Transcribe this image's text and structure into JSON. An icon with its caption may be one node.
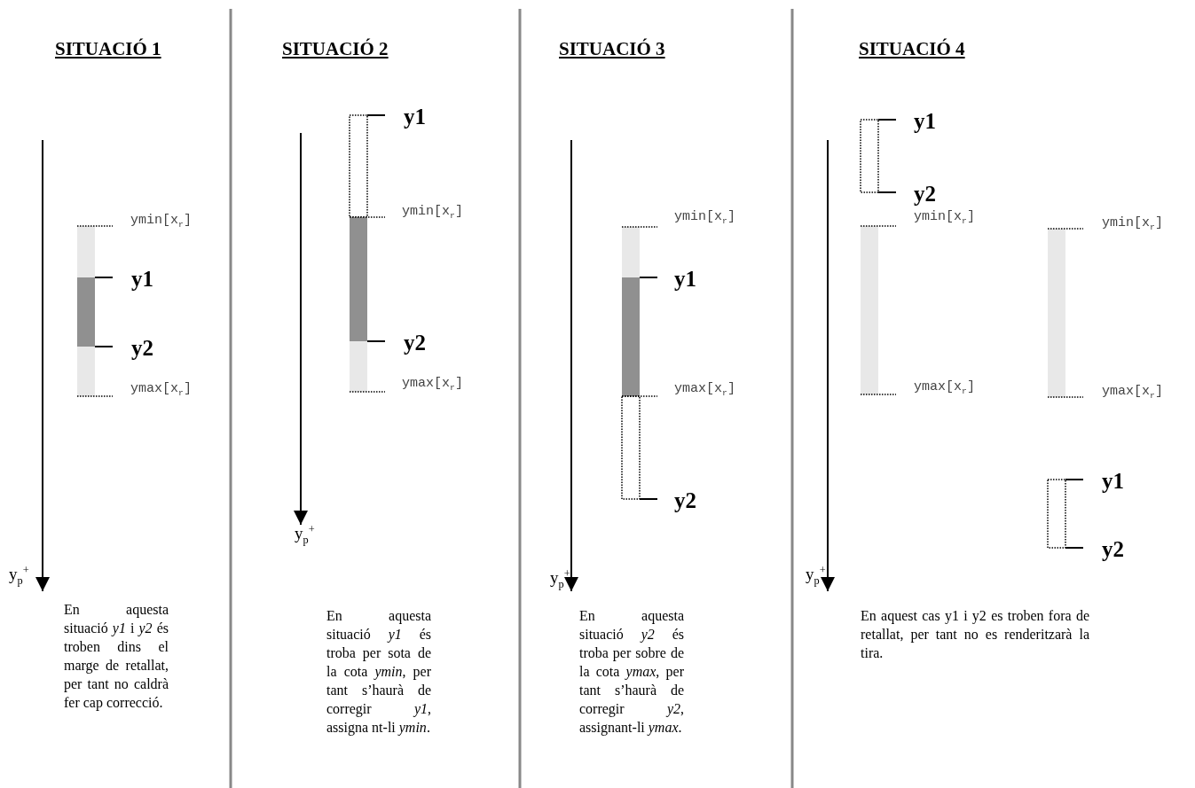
{
  "diagram": {
    "labels": [
      "SITUACIÓ 1",
      "ymin[x$_{r}$]",
      "y1",
      "y2",
      "ymax[x$_{r}$]",
      "y$_{p}$$^{+}$",
      "En aquesta situació *y1* i *y2* és troben dins el marge de retallat, per tant no caldrà fer cap correcció.",
      "SITUACIÓ 2",
      "y1",
      "ymin[x$_{r}$]",
      "y2",
      "ymax[x$_{r}$]",
      "y$_{p}$$^{+}$",
      "En aquesta situació *y1* és troba per sota de la cota *ymin*, per tant s’haurà de corregir *y1*, assigna nt-li *ymin*.",
      "SITUACIÓ 3",
      "ymin[x$_{r}$]",
      "y1",
      "ymax[x$_{r}$]",
      "y2",
      "y$_{p}$$^{+}$",
      "En aquesta situació *y2* és troba per sobre de la cota *ymax*, per tant s’haurà de corregir *y2*, assignant-li *ymax*.",
      "SITUACIÓ 4",
      "y1",
      "y2",
      "ymin[x$_{r}$]",
      "ymin[x$_{r}$]",
      "ymax[x$_{r}$]",
      "ymax[x$_{r}$]",
      "y1",
      "y2",
      "y$_{p}$$^{+}$",
      "En aquest cas y1 i y2 es troben fora de retallat, per tant no es renderitzarà la tira."
    ]
  }
}
